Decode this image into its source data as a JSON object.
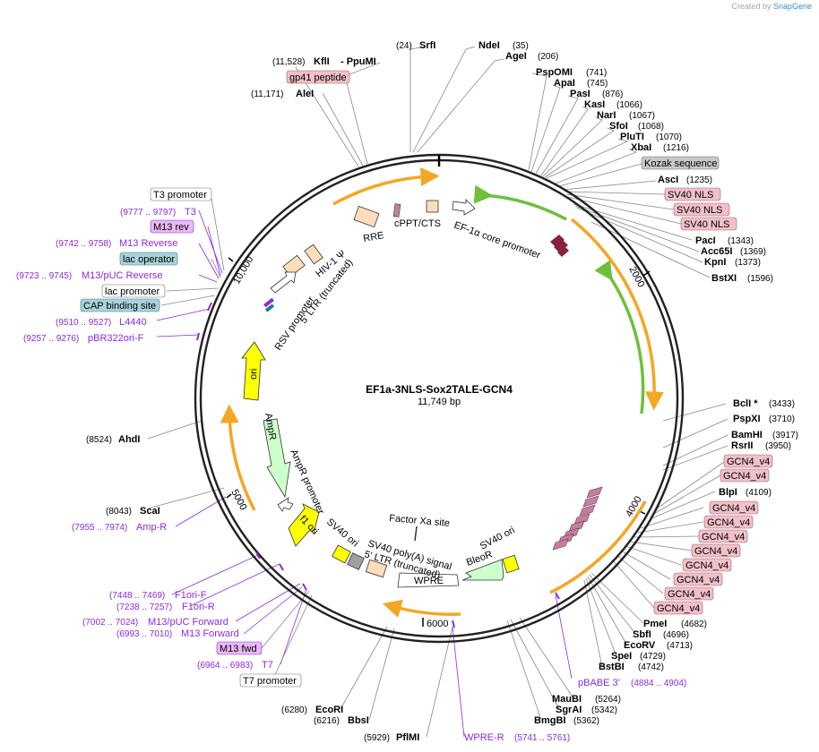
{
  "credit": {
    "created_by": "Created by",
    "brand": "SnapGene"
  },
  "plasmid": {
    "name": "EF1a-3NLS-Sox2TALE-GCN4",
    "length_label": "11,749 bp",
    "length": 11749
  },
  "ticks": [
    "2000",
    "4000",
    "6000",
    "5000",
    "10,000"
  ],
  "sites": [
    {
      "name": "SrfI",
      "pos": "(24)"
    },
    {
      "name": "NdeI",
      "pos": "(35)"
    },
    {
      "name": "AgeI",
      "pos": "(206)"
    },
    {
      "name": "PspOMI",
      "pos": "(741)"
    },
    {
      "name": "ApaI",
      "pos": "(745)"
    },
    {
      "name": "PasI",
      "pos": "(876)"
    },
    {
      "name": "KasI",
      "pos": "(1066)"
    },
    {
      "name": "NarI",
      "pos": "(1067)"
    },
    {
      "name": "SfoI",
      "pos": "(1068)"
    },
    {
      "name": "PluTI",
      "pos": "(1070)"
    },
    {
      "name": "XbaI",
      "pos": "(1216)"
    },
    {
      "name": "AscI",
      "pos": "(1235)"
    },
    {
      "name": "PacI",
      "pos": "(1343)"
    },
    {
      "name": "Acc65I",
      "pos": "(1369)"
    },
    {
      "name": "KpnI",
      "pos": "(1373)"
    },
    {
      "name": "BstXI",
      "pos": "(1596)"
    },
    {
      "name": "BclI *",
      "pos": "(3433)"
    },
    {
      "name": "PspXI",
      "pos": "(3710)"
    },
    {
      "name": "BamHI",
      "pos": "(3917)"
    },
    {
      "name": "RsrII",
      "pos": "(3950)"
    },
    {
      "name": "BlpI",
      "pos": "(4109)"
    },
    {
      "name": "PmeI",
      "pos": "(4682)"
    },
    {
      "name": "SbfI",
      "pos": "(4696)"
    },
    {
      "name": "EcoRV",
      "pos": "(4713)"
    },
    {
      "name": "SpeI",
      "pos": "(4729)"
    },
    {
      "name": "BstBI",
      "pos": "(4742)"
    },
    {
      "name": "MauBI",
      "pos": "(5264)"
    },
    {
      "name": "SgrAI",
      "pos": "(5342)"
    },
    {
      "name": "BmgBI",
      "pos": "(5362)"
    },
    {
      "name": "PflMI",
      "pos": "(5929)"
    },
    {
      "name": "BbsI",
      "pos": "(6216)"
    },
    {
      "name": "EcoRI",
      "pos": "(6280)"
    },
    {
      "name": "ScaI",
      "pos": "(8043)"
    },
    {
      "name": "AhdI",
      "pos": "(8524)"
    },
    {
      "name": "AleI",
      "pos": "(11,171)"
    },
    {
      "name": "KflI",
      "pos": "(11,528)"
    },
    {
      "name": "- PpuMI",
      "pos": ""
    }
  ],
  "boxes": [
    {
      "label": "gp41 peptide",
      "style": "pink"
    },
    {
      "label": "Kozak sequence",
      "style": "gray"
    },
    {
      "label": "SV40 NLS",
      "style": "pink"
    },
    {
      "label": "SV40 NLS",
      "style": "pink"
    },
    {
      "label": "SV40 NLS",
      "style": "pink"
    },
    {
      "label": "GCN4_v4",
      "style": "pink"
    },
    {
      "label": "GCN4_v4",
      "style": "pink"
    },
    {
      "label": "GCN4_v4",
      "style": "pink"
    },
    {
      "label": "GCN4_v4",
      "style": "pink"
    },
    {
      "label": "GCN4_v4",
      "style": "pink"
    },
    {
      "label": "GCN4_v4",
      "style": "pink"
    },
    {
      "label": "GCN4_v4",
      "style": "pink"
    },
    {
      "label": "GCN4_v4",
      "style": "pink"
    },
    {
      "label": "GCN4_v4",
      "style": "pink"
    },
    {
      "label": "GCN4_v4",
      "style": "pink"
    },
    {
      "label": "T3 promoter",
      "style": "white"
    },
    {
      "label": "M13 rev",
      "style": "violet"
    },
    {
      "label": "lac operator",
      "style": "teal"
    },
    {
      "label": "lac promoter",
      "style": "white"
    },
    {
      "label": "CAP binding site",
      "style": "teal"
    },
    {
      "label": "M13 fwd",
      "style": "violet"
    },
    {
      "label": "T7 promoter",
      "style": "white"
    }
  ],
  "primers": [
    {
      "name": "T3",
      "pos": "(9777 .. 9797)"
    },
    {
      "name": "M13 Reverse",
      "pos": "(9742 .. 9758)"
    },
    {
      "name": "M13/pUC Reverse",
      "pos": "(9723 .. 9745)"
    },
    {
      "name": "L4440",
      "pos": "(9510 .. 9527)"
    },
    {
      "name": "pBR322ori-F",
      "pos": "(9257 .. 9276)"
    },
    {
      "name": "Amp-R",
      "pos": "(7955 .. 7974)"
    },
    {
      "name": "F1ori-F",
      "pos": "(7448 .. 7469)"
    },
    {
      "name": "F1ori-R",
      "pos": "(7238 .. 7257)"
    },
    {
      "name": "M13/pUC Forward",
      "pos": "(7002 .. 7024)"
    },
    {
      "name": "M13 Forward",
      "pos": "(6993 .. 7010)"
    },
    {
      "name": "T7",
      "pos": "(6964 .. 6983)"
    },
    {
      "name": "pBABE 3'",
      "pos": "(4884 .. 4904)"
    },
    {
      "name": "WPRE-R",
      "pos": "(5741 .. 5761)"
    }
  ],
  "features": [
    "RRE",
    "cPPT/CTS",
    "EF-1α core promoter",
    "HIV-1 Ψ",
    "5' LTR (truncated)",
    "RSV promoter",
    "ori",
    "AmpR",
    "AmpR promoter",
    "f1 ori",
    "SV40 ori",
    "SV40 poly(A) signal",
    "5' LTR (truncated)",
    "Factor Xa site",
    "WPRE",
    "BleoR",
    "SV40 ori"
  ],
  "colors": {
    "backbone": "#222222",
    "orange_arc": "#f5a623",
    "green_arc": "#6fbf3a",
    "ori": "#ffff00",
    "ampr": "#ccffcc",
    "ltr": "#ffddbb",
    "pink_box": "#f1c0c8",
    "violet_box": "#e9b9f4",
    "teal_box": "#a9d3dc",
    "gray_box": "#c8c8c8",
    "primer": "#8a2be2",
    "gcn4": "#c080a0"
  }
}
